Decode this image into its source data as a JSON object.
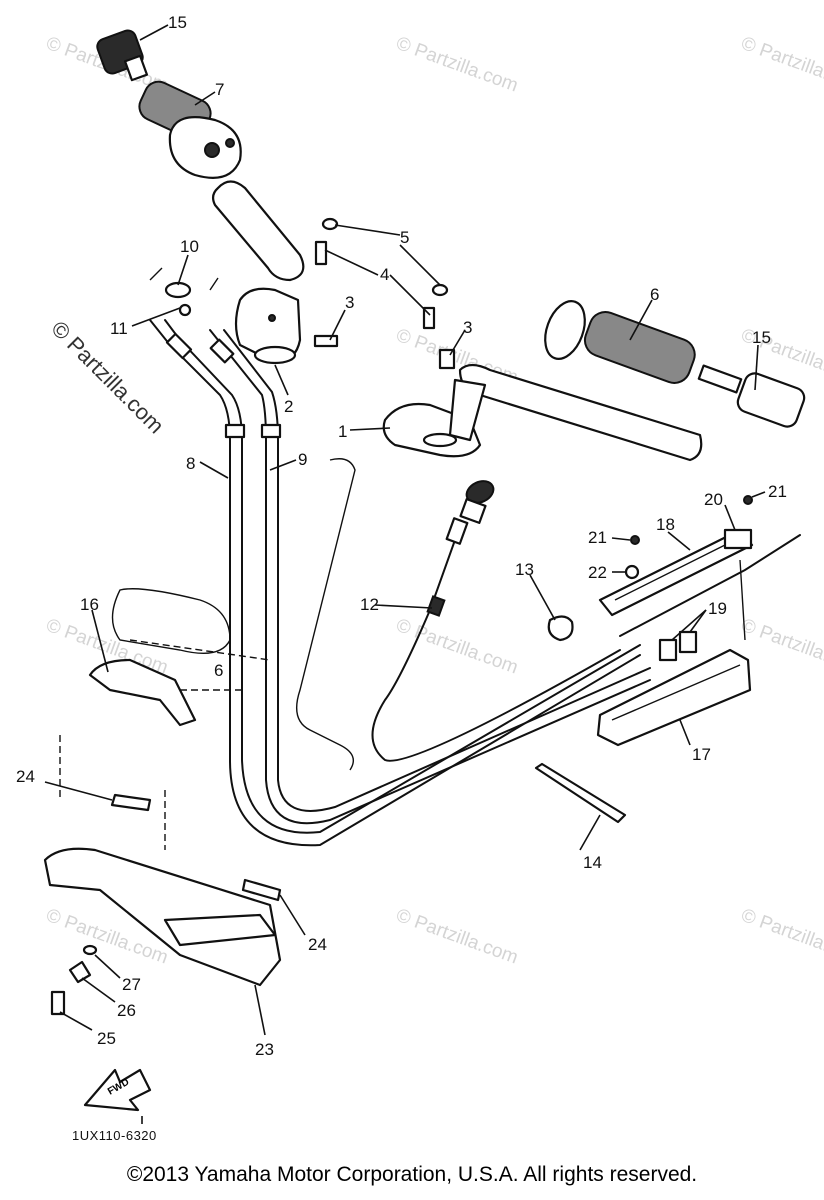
{
  "watermark_text": "© Partzilla.com",
  "drawing_code": "1UX110-6320",
  "fwd_label": "FWD",
  "copyright": "©2013 Yamaha Motor Corporation, U.S.A. All rights reserved.",
  "callouts": {
    "c1": "1",
    "c2": "2",
    "c3a": "3",
    "c3b": "3",
    "c4": "4",
    "c5": "5",
    "c6": "6",
    "c6b": "6",
    "c7": "7",
    "c8": "8",
    "c9": "9",
    "c10": "10",
    "c11": "11",
    "c12": "12",
    "c13": "13",
    "c14": "14",
    "c15a": "15",
    "c15b": "15",
    "c16": "16",
    "c17": "17",
    "c18": "18",
    "c19": "19",
    "c20": "20",
    "c21a": "21",
    "c21b": "21",
    "c22": "22",
    "c23": "23",
    "c24a": "24",
    "c24b": "24",
    "c25": "25",
    "c26": "26",
    "c27": "27"
  }
}
